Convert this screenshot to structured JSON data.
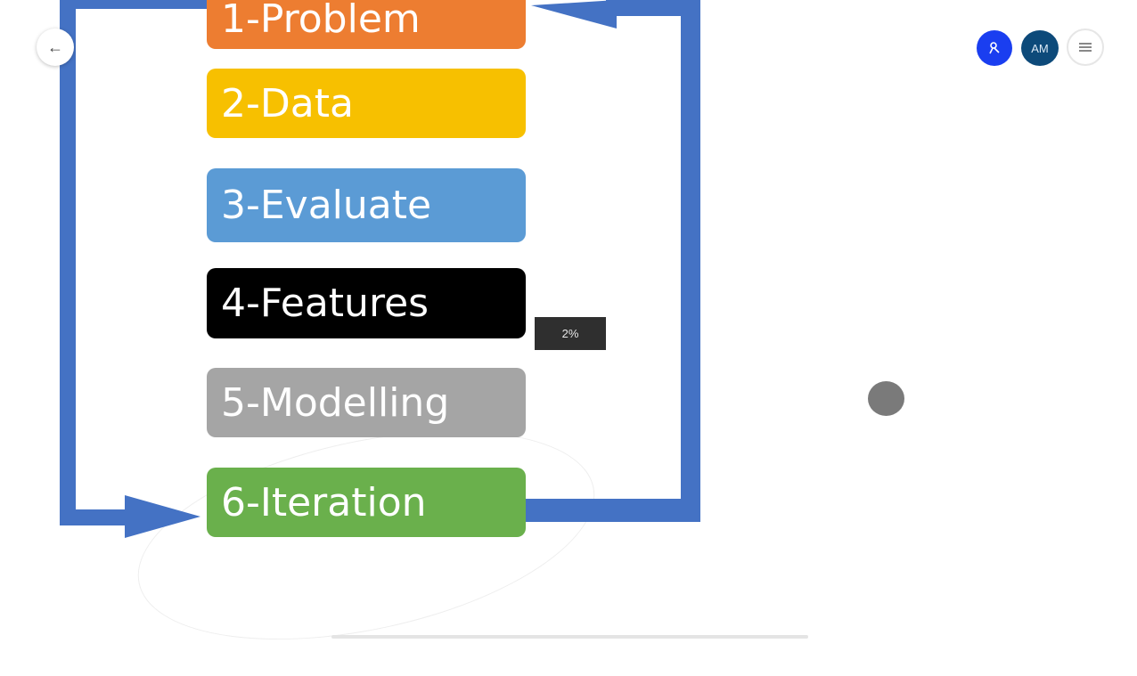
{
  "slide": {
    "steps": [
      {
        "label": "1-Problem",
        "color": "#ed7d31"
      },
      {
        "label": "2-Data",
        "color": "#f7c000"
      },
      {
        "label": "3-Evaluate",
        "color": "#5b9bd5"
      },
      {
        "label": "4-Features",
        "color": "#000000"
      },
      {
        "label": "5-Modelling",
        "color": "#a5a5a5"
      },
      {
        "label": "6-Iteration",
        "color": "#6ab04c"
      }
    ],
    "loop_arrow_color": "#4472c4"
  },
  "overlay": {
    "back_button": {
      "icon": "arrow-left-icon",
      "glyph": "←"
    },
    "participant_button": {
      "icon": "person-icon",
      "color": "#1a3ef0"
    },
    "user_avatar": {
      "initials": "AM",
      "color": "#0d4a7a"
    },
    "menu_button": {
      "icon": "hamburger-icon",
      "glyph": "≡"
    },
    "progress_label": "2%"
  }
}
